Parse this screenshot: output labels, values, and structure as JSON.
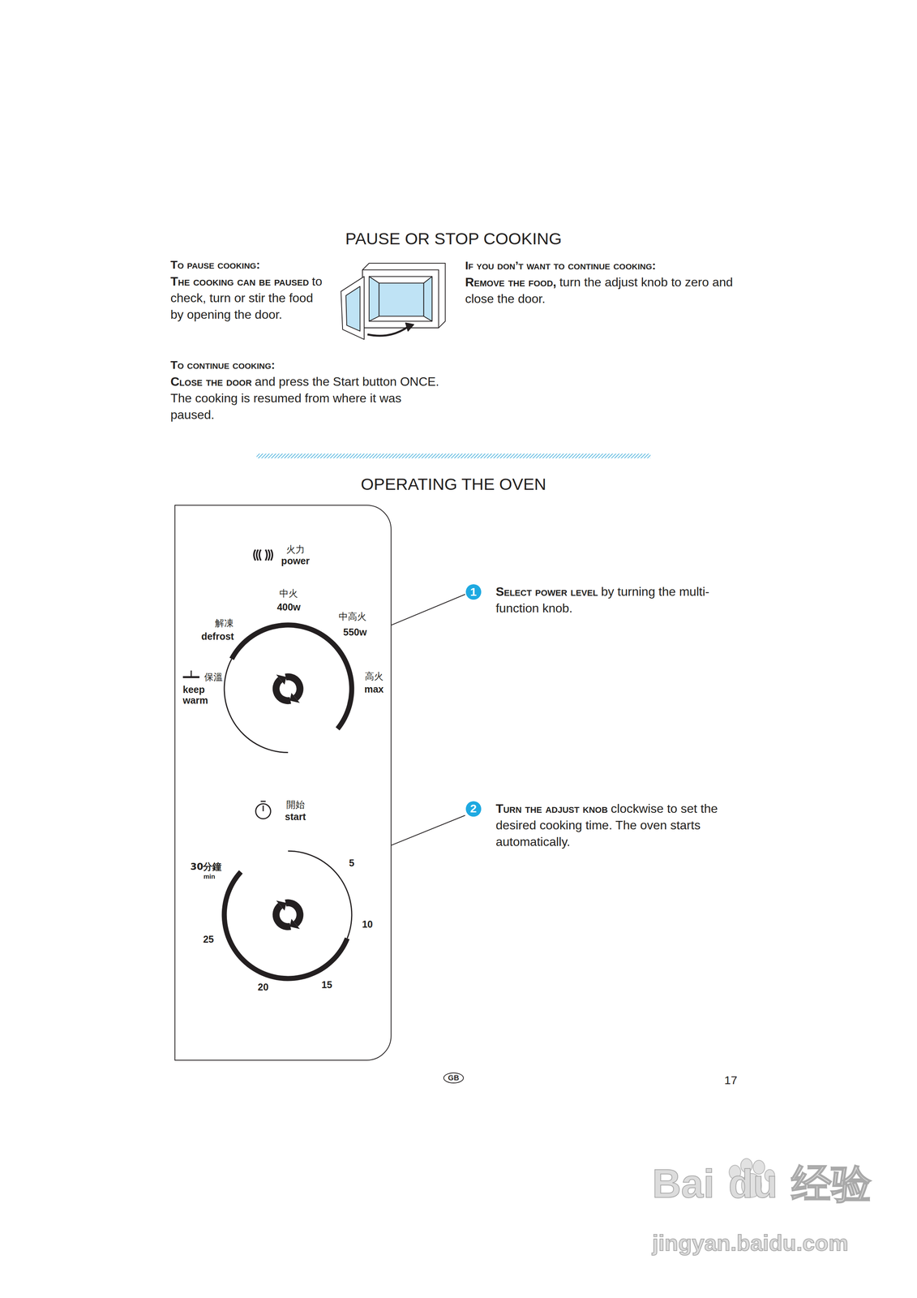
{
  "diagram": {
    "title": "PAUSE OR STOP COOKING",
    "nodes": [
      {
        "text": [
          "火力",
          "power",
          "中火",
          "400w",
          "中高火",
          "550w",
          "解凍",
          "defrost",
          "保溫",
          "keep warm",
          "高火",
          "max",
          "開始",
          "start",
          "30分鐘",
          "min",
          "5",
          "10",
          "15",
          "20",
          "25"
        ]
      }
    ],
    "labels": [
      "To pause cooking:",
      "The cooking can be paused",
      "to check, turn or stir the food by opening the door.",
      "If you don’t want to continue cooking:",
      "Remove the food,",
      "turn the adjust knob to zero and close the door.",
      "To continue cooking:",
      "Close the door",
      "and press the Start button ONCE. The cooking is resumed from where it was paused.",
      "OPERATING THE OVEN",
      "1",
      "Select power level",
      "by turning the multi-function knob.",
      "2",
      "Turn the adjust knob",
      "clockwise to set the desired cooking time. The oven starts automatically.",
      "GB",
      "17",
      "Bai",
      "du",
      "经验",
      "jingyan.baidu.com"
    ]
  }
}
